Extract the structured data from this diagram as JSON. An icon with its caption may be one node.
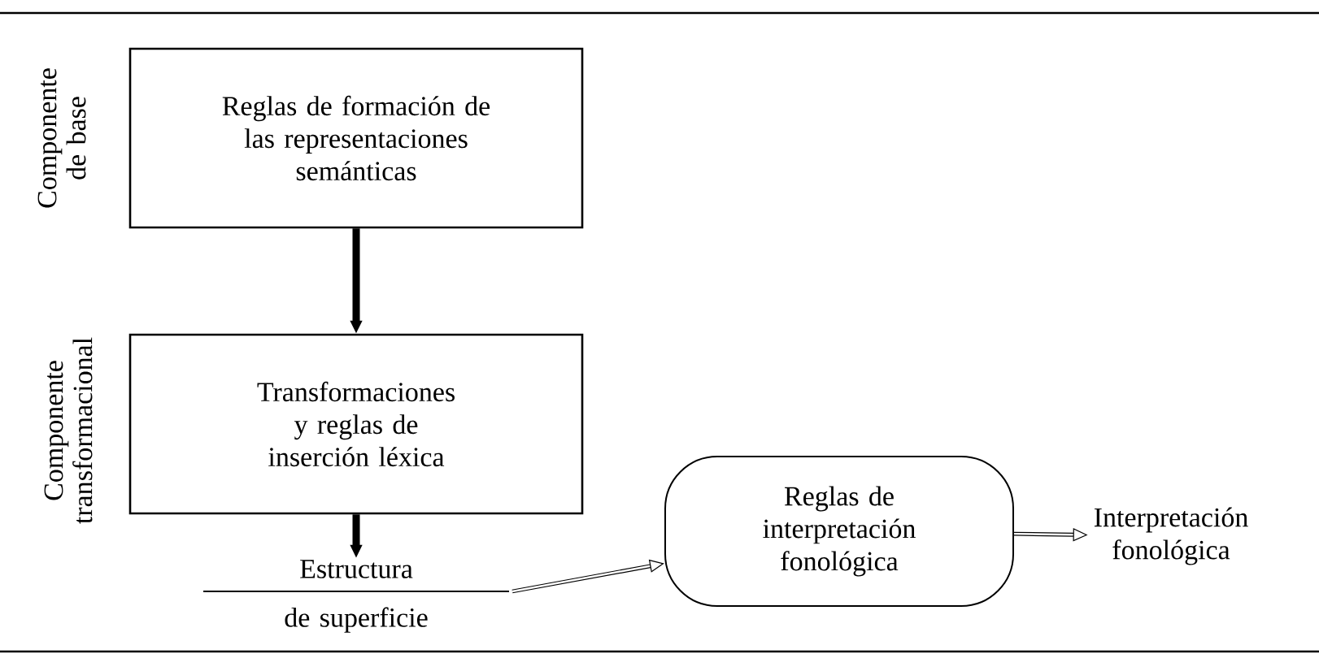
{
  "diagram": {
    "nodes": [
      {
        "text": [
          "Reglas de formación de las representaciones semánticas"
        ]
      },
      {
        "text": [
          "Transformaciones y reglas de inserción léxica"
        ]
      },
      {
        "text": [
          "Estructura de superficie"
        ]
      },
      {
        "text": [
          "Reglas de interpretación fonológica"
        ]
      },
      {
        "text": [
          "Interpretación fonológica"
        ]
      }
    ],
    "edges": [
      {
        "from": 0,
        "to": 1,
        "arrow": "to",
        "style": "thick"
      },
      {
        "from": 1,
        "to": 2,
        "arrow": "to",
        "style": "thick"
      },
      {
        "from": 2,
        "to": 3,
        "arrow": "to"
      },
      {
        "from": 3,
        "to": 4,
        "arrow": "to"
      }
    ],
    "labels": [
      "Componente de base",
      "Componente transformacional"
    ]
  }
}
